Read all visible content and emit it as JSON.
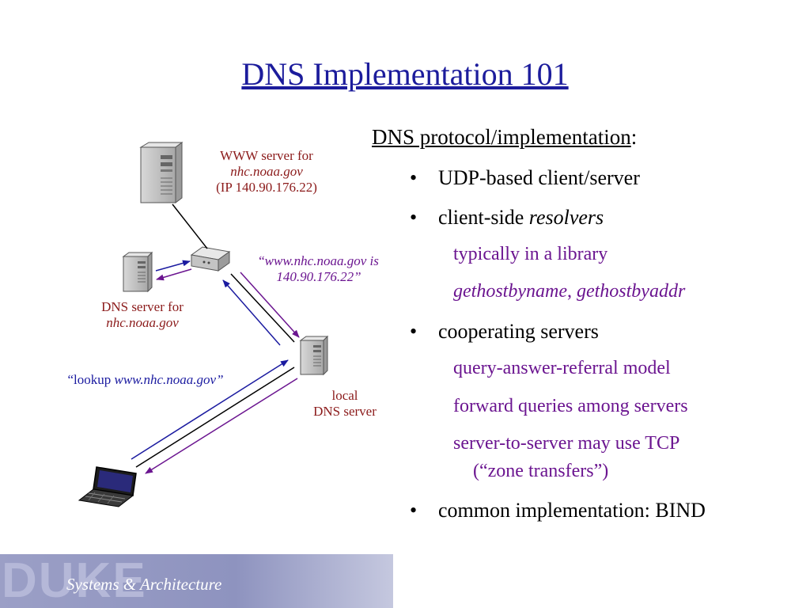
{
  "slide": {
    "title": "DNS Implementation 101"
  },
  "content": {
    "heading": "DNS protocol/implementation",
    "heading_colon": ":",
    "bullet1": "UDP-based client/server",
    "bullet2_prefix": "client-side ",
    "bullet2_em": "resolvers",
    "sub1": "typically in a library",
    "sub2_a": "gethostbyname",
    "sub2_sep": ", ",
    "sub2_b": "gethostbyaddr",
    "bullet3": "cooperating servers",
    "sub3": "query-answer-referral model",
    "sub4": "forward queries among servers",
    "sub5": "server-to-server may use TCP",
    "sub5b": "(“zone transfers”)",
    "bullet4": "common implementation: BIND",
    "bullet_char": "•"
  },
  "diagram": {
    "www_server": {
      "line1": "WWW server for",
      "line2": "nhc.noaa.gov",
      "line3": "(IP 140.90.176.22)"
    },
    "answer": {
      "open_quote": "“",
      "line1": "www.nhc.noaa.gov is",
      "line2": "140.90.176.22”"
    },
    "dns_server": {
      "line1": "DNS server for",
      "line2": "nhc.noaa.gov"
    },
    "query": {
      "prefix": "“lookup ",
      "domain": "www.nhc.noaa.gov”"
    },
    "local_server": {
      "line1": "local",
      "line2": "DNS server"
    },
    "colors": {
      "query_arrow": "#1b1ba0",
      "answer_arrow": "#6b1590",
      "link": "#000000"
    },
    "icons": [
      "server-tower-icon",
      "modem-icon",
      "laptop-icon"
    ]
  },
  "footer": {
    "logo": "DUKE",
    "text": "Systems & Architecture"
  }
}
